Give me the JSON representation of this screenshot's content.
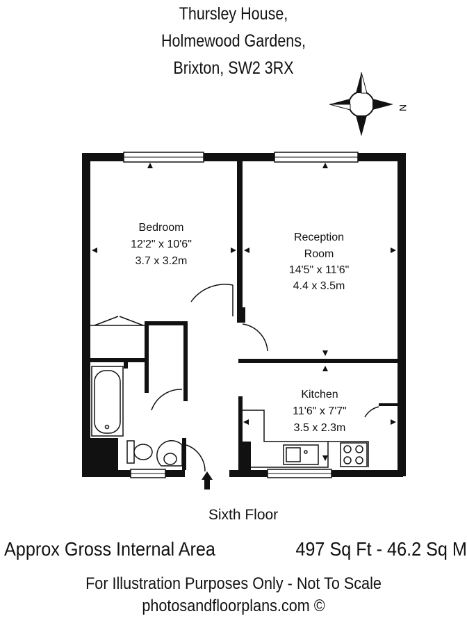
{
  "address": {
    "line1": "Thursley House,",
    "line2": "Holmewood Gardens,",
    "line3": "Brixton, SW2 3RX"
  },
  "compass": {
    "label": "N"
  },
  "rooms": {
    "bedroom": {
      "name": "Bedroom",
      "imperial": "12'2\" x 10'6\"",
      "metric": "3.7 x 3.2m"
    },
    "reception": {
      "name_line1": "Reception",
      "name_line2": "Room",
      "imperial": "14'5\" x 11'6\"",
      "metric": "4.4 x 3.5m"
    },
    "kitchen": {
      "name": "Kitchen",
      "imperial": "11'6\" x 7'7\"",
      "metric": "3.5 x 2.3m"
    }
  },
  "floor": {
    "label": "Sixth Floor"
  },
  "area": {
    "label": "Approx Gross Internal Area",
    "value": "497 Sq Ft  -  46.2 Sq M"
  },
  "footer": {
    "disclaimer": "For Illustration Purposes Only - Not To Scale",
    "credit": "photosandfloorplans.com ©"
  }
}
